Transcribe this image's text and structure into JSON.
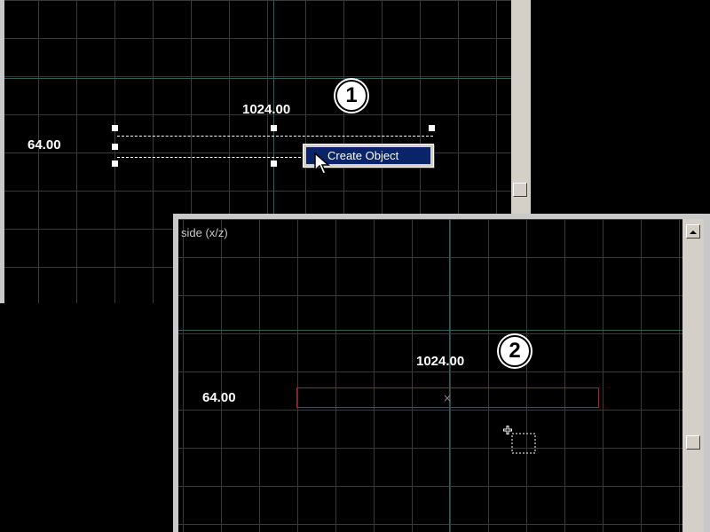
{
  "top_view": {
    "width_label": "1024.00",
    "height_label": "64.00",
    "step_number": "1",
    "context_menu": {
      "item_label": "Create Object"
    }
  },
  "side_view": {
    "title": "side (x/z)",
    "width_label": "1024.00",
    "height_label": "64.00",
    "step_number": "2"
  },
  "colors": {
    "grid_line": "#3a3a3a",
    "axis_line": "#2e5e5e",
    "brush_outline": "#c8102e",
    "menu_highlight": "#0a246a"
  }
}
